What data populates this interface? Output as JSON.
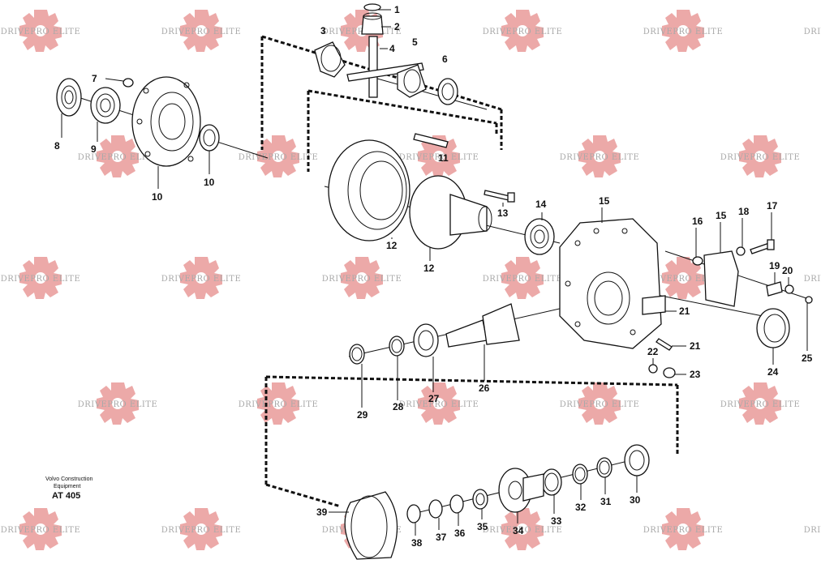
{
  "watermark": {
    "text": "DRIVEPRO ELITE",
    "color": "#e99a99"
  },
  "footer": {
    "brand_line1": "Volvo Construction",
    "brand_line2": "Equipment",
    "drawing_code": "AT 405"
  },
  "callouts": [
    "1",
    "2",
    "3",
    "4",
    "5",
    "6",
    "7",
    "8",
    "9",
    "10",
    "10",
    "11",
    "12",
    "12",
    "13",
    "14",
    "15",
    "15",
    "16",
    "17",
    "18",
    "19",
    "20",
    "21",
    "21",
    "22",
    "23",
    "24",
    "25",
    "26",
    "27",
    "28",
    "29",
    "30",
    "31",
    "32",
    "33",
    "34",
    "35",
    "36",
    "37",
    "38",
    "39"
  ],
  "colors": {
    "line": "#111111",
    "background": "#ffffff"
  }
}
